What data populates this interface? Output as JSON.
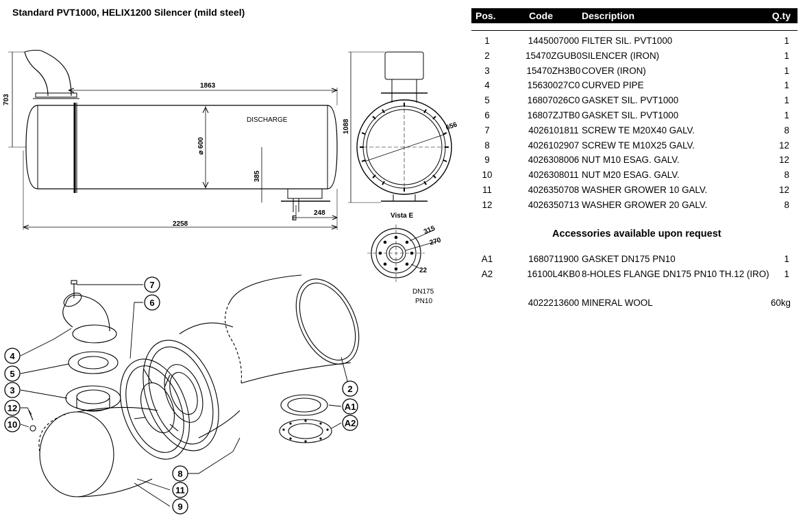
{
  "title": "Standard PVT1000, HELIX1200 Silencer (mild steel)",
  "table": {
    "headers": {
      "pos": "Pos.",
      "code": "Code",
      "desc": "Description",
      "qty": "Q.ty"
    },
    "rows": [
      {
        "pos": "1",
        "code": "1445007000",
        "desc": "FILTER SIL. PVT1000",
        "qty": "1"
      },
      {
        "pos": "2",
        "code": "15470ZGUB0",
        "desc": "SILENCER (IRON)",
        "qty": "1"
      },
      {
        "pos": "3",
        "code": "15470ZH3B0",
        "desc": "COVER (IRON)",
        "qty": "1"
      },
      {
        "pos": "4",
        "code": "15630027C0",
        "desc": "CURVED PIPE",
        "qty": "1"
      },
      {
        "pos": "5",
        "code": "16807026C0",
        "desc": "GASKET SIL. PVT1000",
        "qty": "1"
      },
      {
        "pos": "6",
        "code": "16807ZJTB0",
        "desc": "GASKET SIL. PVT1000",
        "qty": "1"
      },
      {
        "pos": "7",
        "code": "4026101811",
        "desc": "SCREW TE M20X40 GALV.",
        "qty": "8"
      },
      {
        "pos": "8",
        "code": "4026102907",
        "desc": "SCREW TE M10X25 GALV.",
        "qty": "12"
      },
      {
        "pos": "9",
        "code": "4026308006",
        "desc": "NUT M10 ESAG. GALV.",
        "qty": "12"
      },
      {
        "pos": "10",
        "code": "4026308011",
        "desc": "NUT M20 ESAG. GALV.",
        "qty": "8"
      },
      {
        "pos": "11",
        "code": "4026350708",
        "desc": "WASHER GROWER 10 GALV.",
        "qty": "12"
      },
      {
        "pos": "12",
        "code": "4026350713",
        "desc": "WASHER GROWER 20 GALV.",
        "qty": "8"
      }
    ]
  },
  "accessories": {
    "title": "Accessories available upon request",
    "rows": [
      {
        "pos": "A1",
        "code": "1680711900",
        "desc": "GASKET DN175 PN10",
        "qty": "1"
      },
      {
        "pos": "A2",
        "code": "16100L4KB0",
        "desc": "8-HOLES FLANGE DN175 PN10 TH.12 (IRO)",
        "qty": "1"
      }
    ],
    "extra": {
      "pos": "",
      "code": "4022213600",
      "desc": "MINERAL WOOL",
      "qty": "60kg"
    }
  },
  "drawing": {
    "dims": {
      "d1863": "1863",
      "d703": "703",
      "d600": "⌀ 600",
      "d385": "385",
      "d2258": "2258",
      "d248": "248",
      "dE": "E",
      "d1088": "1088",
      "d656": "656",
      "d315": "315",
      "d270": "270",
      "d22": "22"
    },
    "discharge": "DISCHARGE",
    "vista": "Vista E",
    "dn": "DN175",
    "pn": "PN10",
    "callouts": {
      "c7": "7",
      "c6": "6",
      "c4": "4",
      "c5": "5",
      "c3": "3",
      "c12": "12",
      "c10": "10",
      "c2": "2",
      "ca1": "A1",
      "ca2": "A2",
      "c8": "8",
      "c11": "11",
      "c9": "9"
    }
  }
}
